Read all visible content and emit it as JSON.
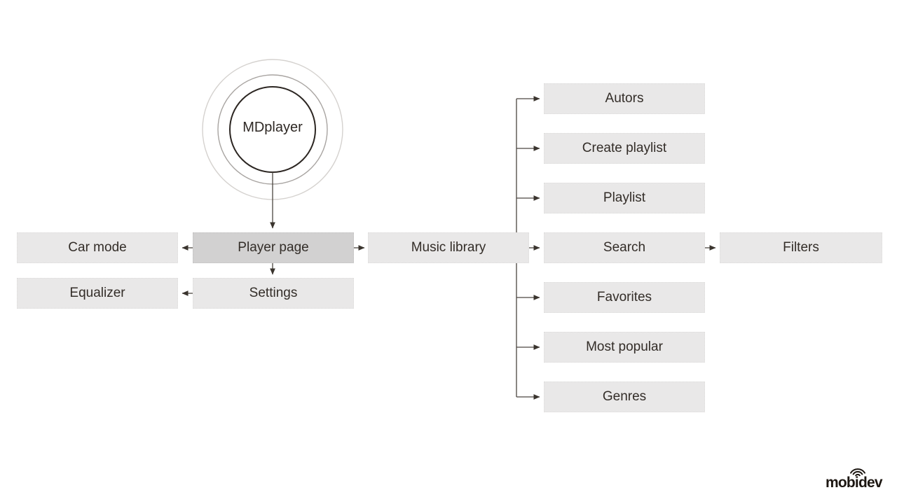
{
  "diagram": {
    "root": {
      "label": "MDplayer"
    },
    "nodes": {
      "car_mode": {
        "label": "Car mode"
      },
      "player_page": {
        "label": "Player page"
      },
      "settings": {
        "label": "Settings"
      },
      "equalizer": {
        "label": "Equalizer"
      },
      "music_library": {
        "label": "Music library"
      },
      "filters": {
        "label": "Filters"
      }
    },
    "library_children": [
      {
        "label": "Autors"
      },
      {
        "label": "Create playlist"
      },
      {
        "label": "Playlist"
      },
      {
        "label": "Search"
      },
      {
        "label": "Favorites"
      },
      {
        "label": "Most popular"
      },
      {
        "label": "Genres"
      }
    ],
    "colors": {
      "box_fill": "#e9e8e8",
      "box_fill_highlight": "#d2d1d1",
      "connector_line": "#4c4640",
      "text": "#332d28",
      "ring_inner": "#2c2622",
      "ring_middle": "#a8a4a1",
      "ring_outer": "#d5d2cf"
    }
  },
  "footer": {
    "logo_text": "mobidev"
  }
}
